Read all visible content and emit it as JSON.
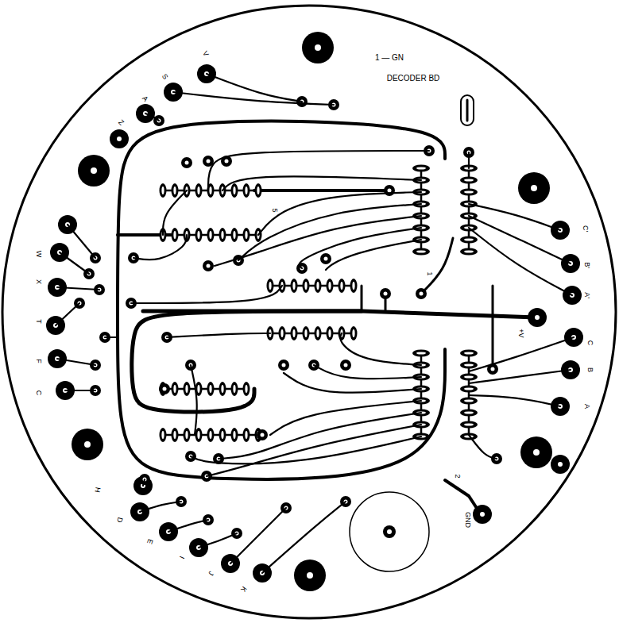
{
  "diagram": {
    "labels": [
      "1 — GN",
      "DECODER BD",
      "V",
      "S",
      "A",
      "Z",
      "W",
      "X",
      "T",
      "F",
      "C",
      "H",
      "D",
      "E",
      "I",
      "J",
      "K",
      "C'",
      "B'",
      "A'",
      "+V",
      "C",
      "B",
      "A",
      "GND",
      "1",
      "2",
      "5"
    ]
  }
}
